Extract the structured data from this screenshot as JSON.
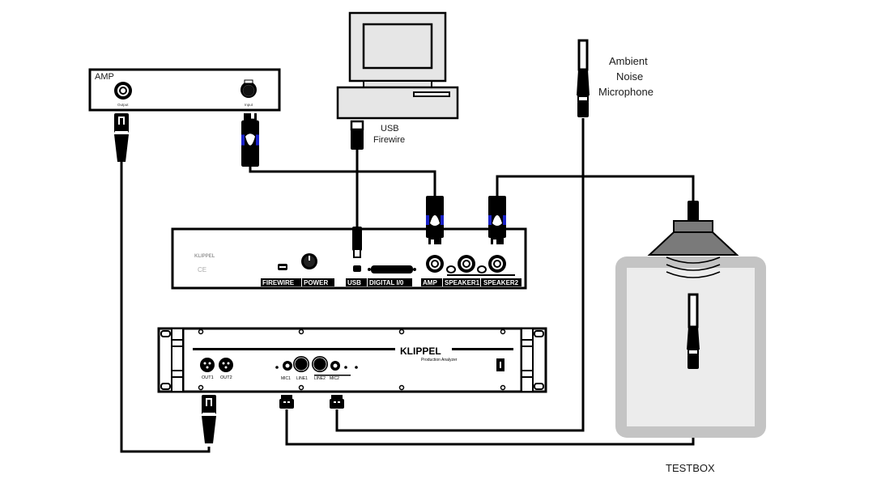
{
  "diagram": {
    "type": "connection-diagram",
    "colors": {
      "line": "#000000",
      "connector_accent": "#1a22c8",
      "computer_fill": "#e6e6e6",
      "speaker_fill": "#7a7a7a",
      "testbox_frame": "#c4c4c4",
      "testbox_inner": "#ececec"
    },
    "amp": {
      "title": "AMP",
      "output_label": "Output",
      "input_label": "Input"
    },
    "computer": {
      "cable_label_line1": "USB",
      "cable_label_line2": "Firewire"
    },
    "microphone": {
      "label_line1": "Ambient",
      "label_line2": "Noise",
      "label_line3": "Microphone"
    },
    "rear_panel": {
      "brand": "KLIPPEL",
      "ports": [
        "FIREWIRE",
        "POWER",
        "USB",
        "DIGITAL I/0",
        "AMP",
        "SPEAKER1",
        "SPEAKER2"
      ]
    },
    "production_analyzer": {
      "brand": "KLIPPEL",
      "subtitle": "Production Analyzer",
      "ports": [
        "OUT1",
        "OUT2",
        "MIC1",
        "LINE1",
        "LINE2",
        "MIC2"
      ]
    },
    "testbox": {
      "label": "TESTBOX"
    },
    "connections": [
      {
        "from": "AMP Output",
        "to": "Production Analyzer OUT1",
        "type": "XLR"
      },
      {
        "from": "AMP Input",
        "to": "Rear Panel AMP",
        "type": "Speakon"
      },
      {
        "from": "Computer",
        "to": "Rear Panel USB",
        "type": "USB/Firewire"
      },
      {
        "from": "Rear Panel SPEAKER2",
        "to": "Testbox Speaker",
        "type": "Speakon"
      },
      {
        "from": "Ambient Noise Microphone",
        "to": "Production Analyzer MIC2",
        "type": "BNC"
      },
      {
        "from": "Testbox Microphone",
        "to": "Production Analyzer MIC1",
        "type": "BNC"
      }
    ]
  }
}
